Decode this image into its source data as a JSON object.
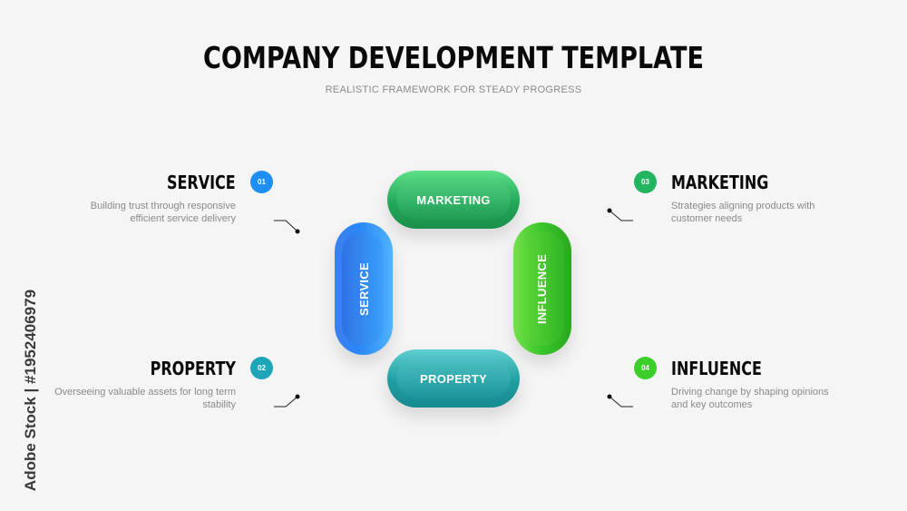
{
  "title": "COMPANY DEVELOPMENT TEMPLATE",
  "subtitle": "REALISTIC FRAMEWORK FOR STEADY PROGRESS",
  "items": [
    {
      "num": "01",
      "heading": "SERVICE",
      "desc": "Building trust through responsive efficient service delivery",
      "color": "#1e8ff5"
    },
    {
      "num": "02",
      "heading": "PROPERTY",
      "desc": "Overseeing valuable assets for long term stability",
      "color": "#1ea6b8"
    },
    {
      "num": "03",
      "heading": "MARKETING",
      "desc": "Strategies aligning products with customer needs",
      "color": "#22b45f"
    },
    {
      "num": "04",
      "heading": "INFLUENCE",
      "desc": "Driving change by shaping opinions and key outcomes",
      "color": "#3ccf2a"
    }
  ],
  "pills": {
    "top": "MARKETING",
    "left": "SERVICE",
    "right": "INFLUENCE",
    "bottom": "PROPERTY"
  },
  "watermark": "Adobe Stock | #1952406979"
}
